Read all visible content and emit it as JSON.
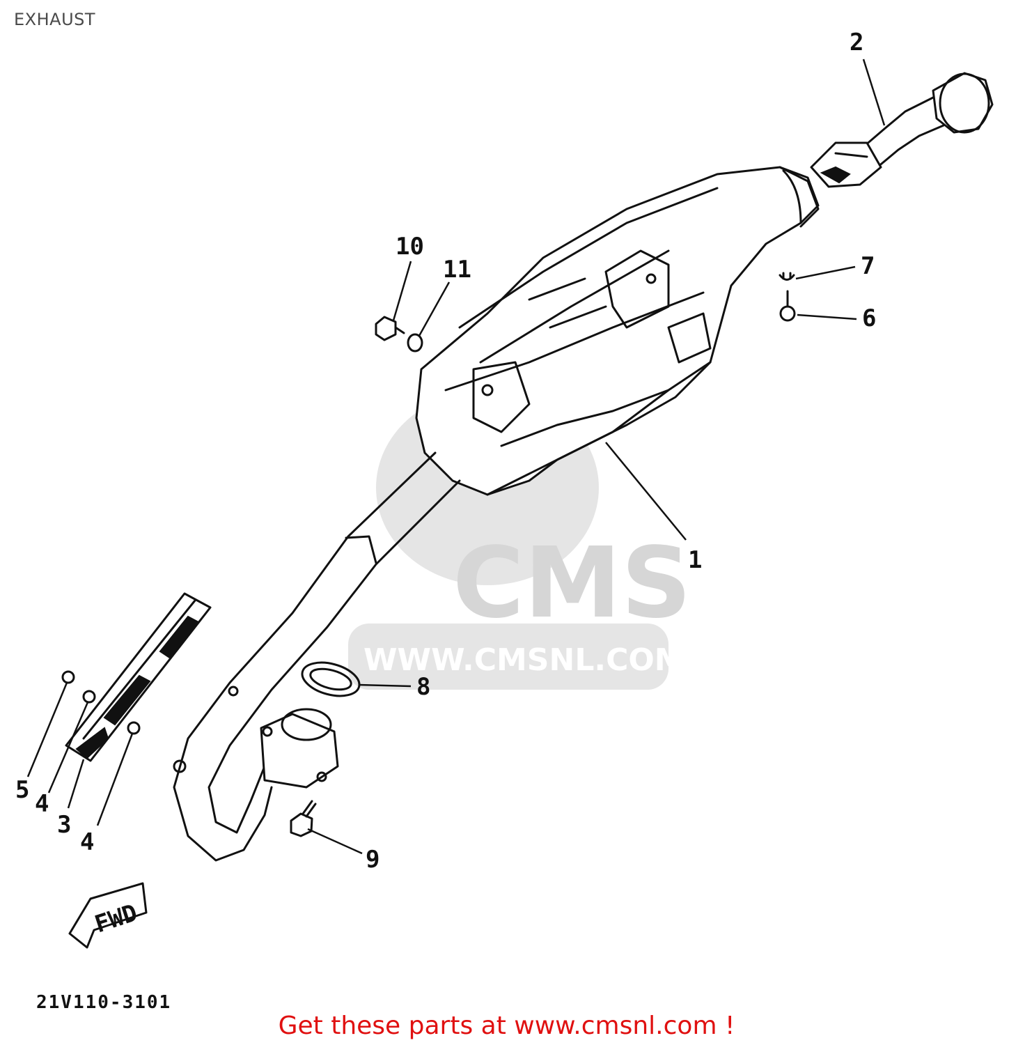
{
  "page": {
    "title": "EXHAUST",
    "diagram_code": "21V110-3101",
    "cta": "Get these parts at www.cmsnl.com !"
  },
  "watermark": {
    "brand": "CMS",
    "url": "WWW.CMSNL.COM"
  },
  "callouts": [
    {
      "id": "1",
      "label": "1"
    },
    {
      "id": "2",
      "label": "2"
    },
    {
      "id": "3",
      "label": "3"
    },
    {
      "id": "4a",
      "label": "4"
    },
    {
      "id": "4b",
      "label": "4"
    },
    {
      "id": "5",
      "label": "5"
    },
    {
      "id": "6",
      "label": "6"
    },
    {
      "id": "7",
      "label": "7"
    },
    {
      "id": "8",
      "label": "8"
    },
    {
      "id": "9",
      "label": "9"
    },
    {
      "id": "10",
      "label": "10"
    },
    {
      "id": "11",
      "label": "11"
    }
  ],
  "fwd_label": "FWD",
  "colors": {
    "cta": "#e01010",
    "title": "#4a4a4a",
    "line": "#111111",
    "watermark": "#cfcfcf"
  }
}
